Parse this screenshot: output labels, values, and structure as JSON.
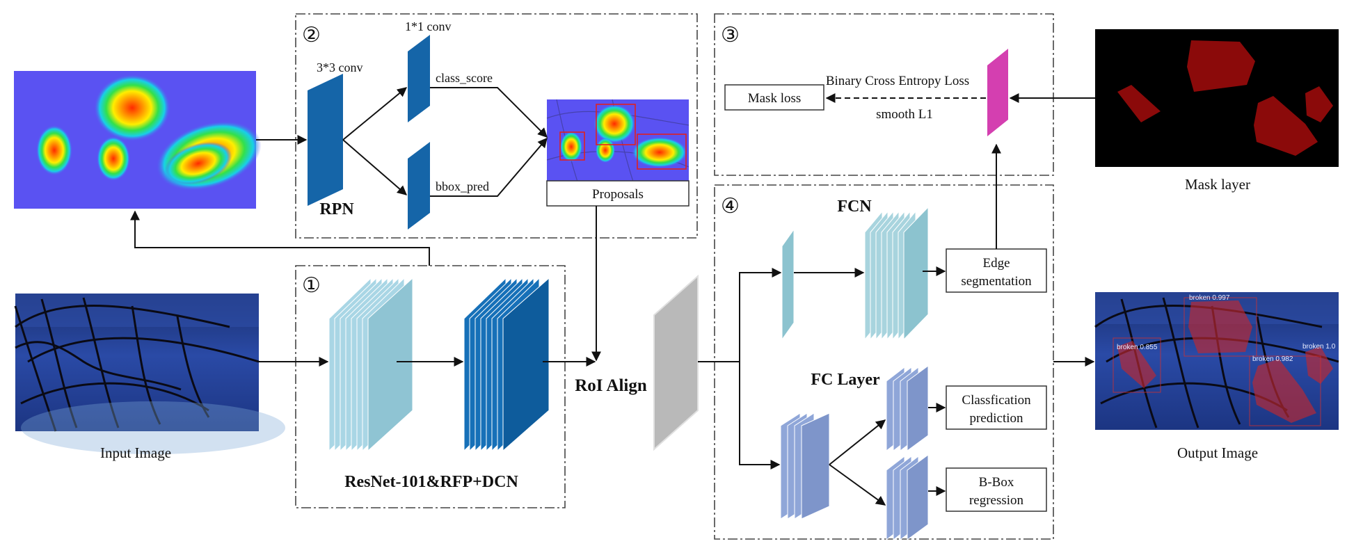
{
  "modules": {
    "m1": {
      "num": "①",
      "title": "ResNet-101&RFP+DCN"
    },
    "m2": {
      "num": "②",
      "title": "RPN",
      "conv3": "3*3 conv",
      "conv1": "1*1 conv",
      "class_score": "class_score",
      "bbox_pred": "bbox_pred",
      "proposals": "Proposals"
    },
    "m3": {
      "num": "③",
      "mask_loss": "Mask loss",
      "bce": "Binary Cross Entropy Loss",
      "smooth": "smooth L1"
    },
    "m4": {
      "num": "④",
      "fcn": "FCN",
      "fc_layer": "FC Layer",
      "edge_seg_1": "Edge",
      "edge_seg_2": "segmentation",
      "cls_pred_1": "Classfication",
      "cls_pred_2": "prediction",
      "bbox_reg_1": "B-Box",
      "bbox_reg_2": "regression"
    }
  },
  "roi_align": "RoI Align",
  "input_image_label": "Input Image",
  "output_image_label": "Output Image",
  "mask_layer_label": "Mask layer",
  "output_detections": [
    "broken 0.997",
    "broken 0.855",
    "broken 0.982",
    "broken 1.0"
  ],
  "colors": {
    "rpn_conv": "#1565a8",
    "resnet_light": "#a9d6e5",
    "resnet_dark": "#1670b8",
    "fcn": "#8cc3cf",
    "fc": "#8fa6d8",
    "roi": "#b9b9b9",
    "mask_feature": "#d43fb0",
    "mask_bg": "#000000",
    "mask_region": "#8b0a0a",
    "heatmap_bg": "#5a52f2",
    "photo_bg": "#1c3a8c"
  }
}
